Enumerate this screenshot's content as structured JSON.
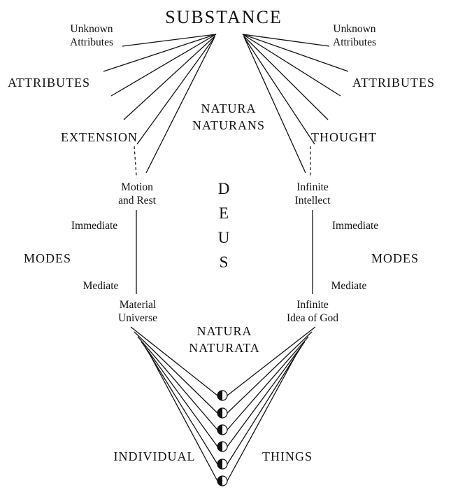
{
  "diagram": {
    "substance": "SUBSTANCE",
    "center": {
      "natura_naturans": [
        "NATURA",
        "NATURANS"
      ],
      "deus": "DEUS",
      "deus_letters": [
        "D",
        "E",
        "U",
        "S"
      ],
      "natura_naturata": [
        "NATURA",
        "NATURATA"
      ]
    },
    "left": {
      "unknown_attributes": [
        "Unknown",
        "Attributes"
      ],
      "attributes": "ATTRIBUTES",
      "extension": "EXTENSION",
      "motion_and_rest": [
        "Motion",
        "and Rest"
      ],
      "immediate": "Immediate",
      "modes": "MODES",
      "mediate": "Mediate",
      "material_universe": [
        "Material",
        "Universe"
      ]
    },
    "right": {
      "unknown_attributes": [
        "Unknown",
        "Attributes"
      ],
      "attributes": "ATTRIBUTES",
      "thought": "THOUGHT",
      "infinite_intellect": [
        "Infinite",
        "Intellect"
      ],
      "immediate": "Immediate",
      "modes": "MODES",
      "mediate": "Mediate",
      "infinite_idea_of_god": [
        "Infinite",
        "Idea of God"
      ]
    },
    "bottom": {
      "individual": "INDIVIDUAL",
      "things": "THINGS",
      "individual_things_count": 6
    },
    "colors": {
      "text": "#111111",
      "line": "#111111",
      "background": "#ffffff"
    }
  }
}
